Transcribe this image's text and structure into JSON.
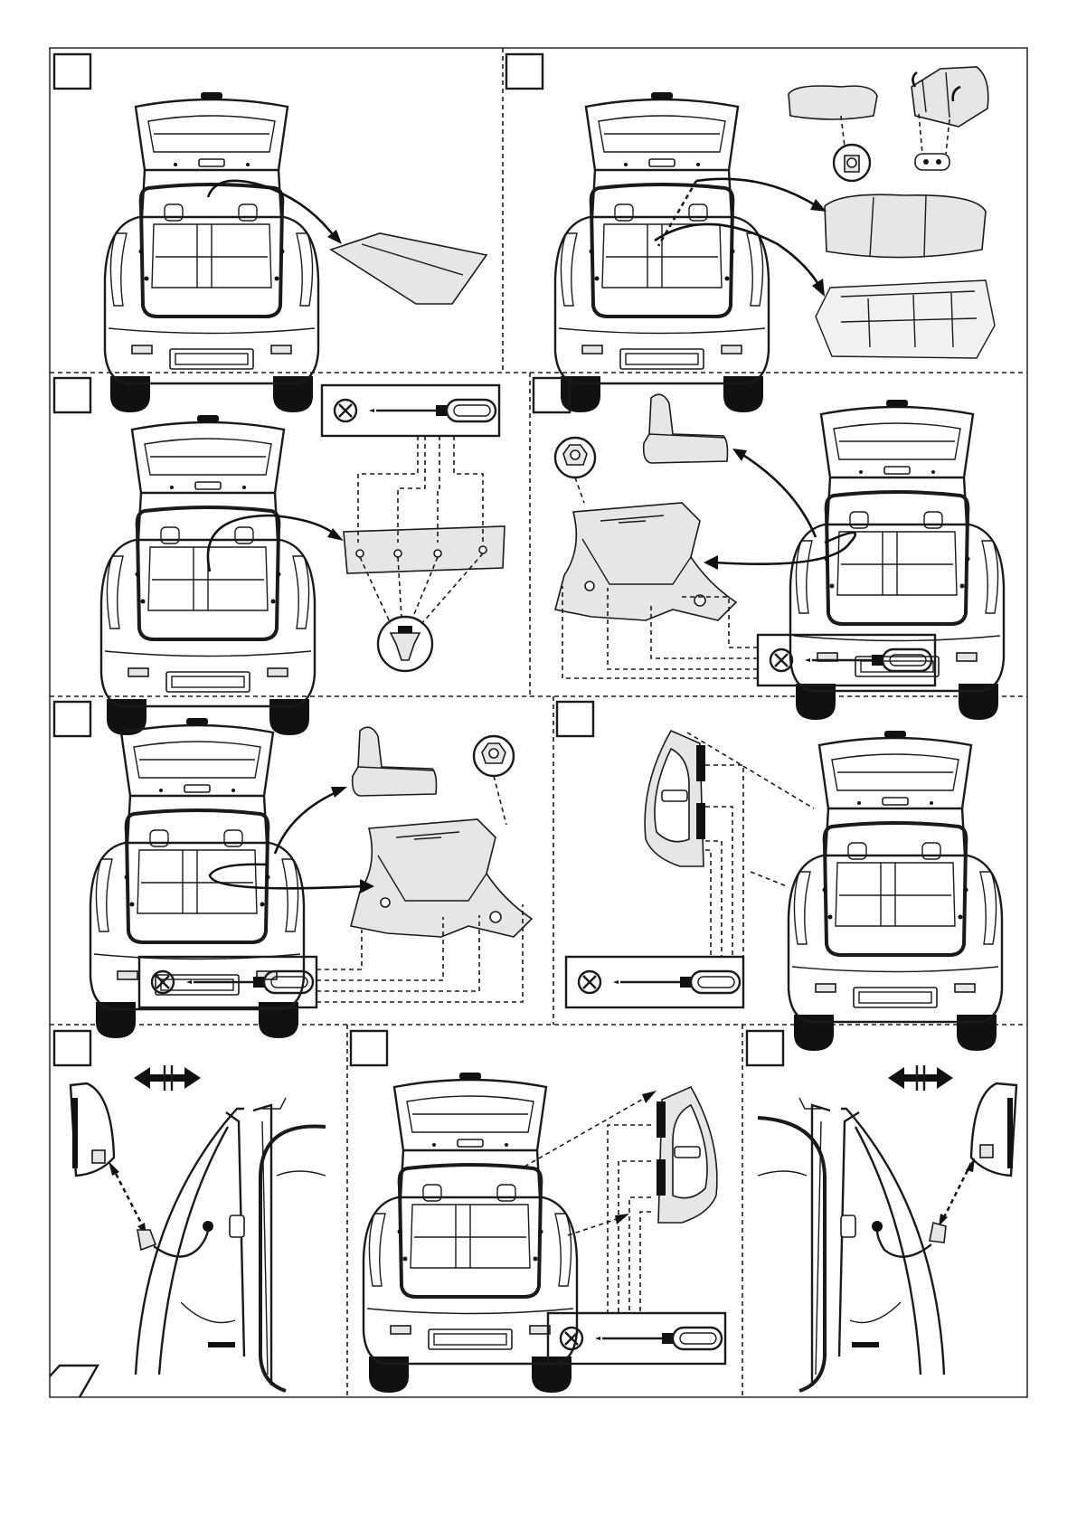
{
  "document": {
    "kind": "installation-instructions-sheet",
    "steps": [
      {
        "id": "step-1",
        "marker": "empty-square",
        "tools": []
      },
      {
        "id": "step-2",
        "marker": "empty-square",
        "tools": []
      },
      {
        "id": "step-3",
        "marker": "empty-square",
        "tools": [
          "torx-screwdriver-icon"
        ]
      },
      {
        "id": "step-4",
        "marker": "empty-square",
        "tools": [
          "torx-screwdriver-icon"
        ]
      },
      {
        "id": "step-5",
        "marker": "empty-square",
        "tools": [
          "torx-screwdriver-icon"
        ]
      },
      {
        "id": "step-6",
        "marker": "empty-square",
        "tools": [
          "torx-screwdriver-icon"
        ]
      },
      {
        "id": "step-7",
        "marker": "empty-square",
        "tools": []
      },
      {
        "id": "step-8",
        "marker": "empty-square",
        "tools": [
          "torx-screwdriver-icon"
        ]
      },
      {
        "id": "step-9",
        "marker": "empty-square",
        "tools": []
      }
    ],
    "colors": {
      "ink": "#1a1a1a",
      "panel_fill": "#e6e6e6",
      "background": "#ffffff"
    }
  }
}
